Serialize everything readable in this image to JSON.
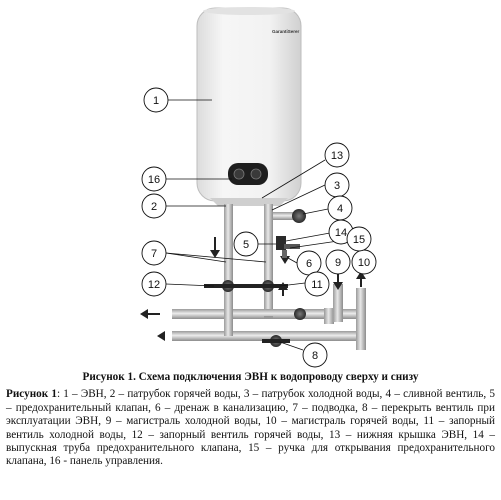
{
  "heater": {
    "brand": "GarantiSerer"
  },
  "callouts": [
    {
      "id": "c1",
      "label": "1"
    },
    {
      "id": "c2",
      "label": "2"
    },
    {
      "id": "c3",
      "label": "3"
    },
    {
      "id": "c4",
      "label": "4"
    },
    {
      "id": "c5",
      "label": "5"
    },
    {
      "id": "c6",
      "label": "6"
    },
    {
      "id": "c7",
      "label": "7"
    },
    {
      "id": "c8",
      "label": "8"
    },
    {
      "id": "c9",
      "label": "9"
    },
    {
      "id": "c10",
      "label": "10"
    },
    {
      "id": "c11",
      "label": "11"
    },
    {
      "id": "c12",
      "label": "12"
    },
    {
      "id": "c13",
      "label": "13"
    },
    {
      "id": "c14",
      "label": "14"
    },
    {
      "id": "c15",
      "label": "15"
    },
    {
      "id": "c16",
      "label": "16"
    }
  ],
  "caption": {
    "title": "Рисунок 1. Схема подключения ЭВН к водопроводу сверху и снизу",
    "legend_lead": "Рисунок 1",
    "legend_text": ":  1 – ЭВН,   2 – патрубок горячей воды,   3 – патрубок холодной воды,   4 – сливной вентиль,   5  –  предохранительный клапан,   6  –  дренаж в канализацию, 7 – подводка, 8 – перекрыть вентиль при эксплуатации ЭВН, 9 – магистраль холодной воды, 10 – магистраль горячей воды, 11 – запорный вентиль холодной воды, 12 – запорный вентиль горячей воды, 13 – нижняя крышка ЭВН, 14 – выпускная труба предохранительного клапана, 15 – ручка для открывания предохранительного клапана, 16 - панель управления."
  }
}
